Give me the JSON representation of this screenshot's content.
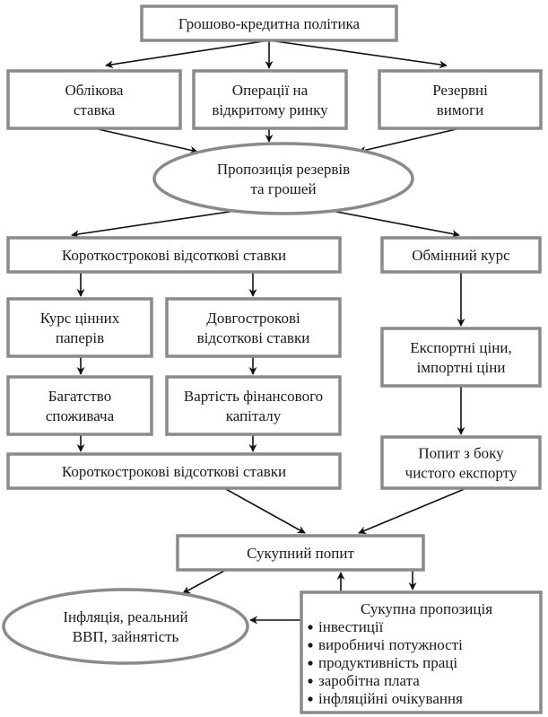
{
  "diagram": {
    "nodes": {
      "monetary_policy": {
        "lines": [
          "Грошово-кредитна політика"
        ]
      },
      "discount_rate": {
        "lines": [
          "Облікова",
          "ставка"
        ]
      },
      "open_market": {
        "lines": [
          "Операції на",
          "відкритому ринку"
        ]
      },
      "reserve_req": {
        "lines": [
          "Резервні",
          "вимоги"
        ]
      },
      "reserves_money": {
        "lines": [
          "Пропозиція резервів",
          "та грошей"
        ]
      },
      "short_rates_top": {
        "lines": [
          "Короткострокові відсоткові ставки"
        ]
      },
      "exchange_rate": {
        "lines": [
          "Обмінний курс"
        ]
      },
      "securities": {
        "lines": [
          "Курс цінних",
          "паперів"
        ]
      },
      "long_rates": {
        "lines": [
          "Довгострокові",
          "відсоткові ставки"
        ]
      },
      "export_prices": {
        "lines": [
          "Експортні ціни,",
          "імпортні ціни"
        ]
      },
      "wealth": {
        "lines": [
          "Багатство",
          "споживача"
        ]
      },
      "capital_cost": {
        "lines": [
          "Вартість фінансового",
          "капіталу"
        ]
      },
      "short_rates_bottom": {
        "lines": [
          "Короткострокові відсоткові ставки"
        ]
      },
      "net_export": {
        "lines": [
          "Попит з боку",
          "чистого експорту"
        ]
      },
      "aggregate_demand": {
        "lines": [
          "Сукупний попит"
        ]
      },
      "outcomes": {
        "lines": [
          "Інфляція, реальний",
          "ВВП, зайнятість"
        ]
      },
      "aggregate_supply": {
        "title": "Сукупна пропозиція",
        "items": [
          "інвестиції",
          "виробничі потужності",
          "продуктивність праці",
          "заробітна плата",
          "інфляційні очікування"
        ]
      }
    },
    "edges": [
      [
        "monetary_policy",
        "discount_rate"
      ],
      [
        "monetary_policy",
        "open_market"
      ],
      [
        "monetary_policy",
        "reserve_req"
      ],
      [
        "discount_rate",
        "reserves_money"
      ],
      [
        "open_market",
        "reserves_money"
      ],
      [
        "reserve_req",
        "reserves_money"
      ],
      [
        "reserves_money",
        "short_rates_top"
      ],
      [
        "reserves_money",
        "exchange_rate"
      ],
      [
        "short_rates_top",
        "securities"
      ],
      [
        "short_rates_top",
        "long_rates"
      ],
      [
        "exchange_rate",
        "export_prices"
      ],
      [
        "securities",
        "wealth"
      ],
      [
        "long_rates",
        "capital_cost"
      ],
      [
        "export_prices",
        "net_export"
      ],
      [
        "wealth",
        "short_rates_bottom"
      ],
      [
        "capital_cost",
        "short_rates_bottom"
      ],
      [
        "short_rates_bottom",
        "aggregate_demand"
      ],
      [
        "net_export",
        "aggregate_demand"
      ],
      [
        "aggregate_demand",
        "outcomes"
      ],
      [
        "aggregate_demand",
        "aggregate_supply"
      ],
      [
        "aggregate_supply",
        "aggregate_demand"
      ],
      [
        "aggregate_supply",
        "outcomes"
      ]
    ]
  }
}
